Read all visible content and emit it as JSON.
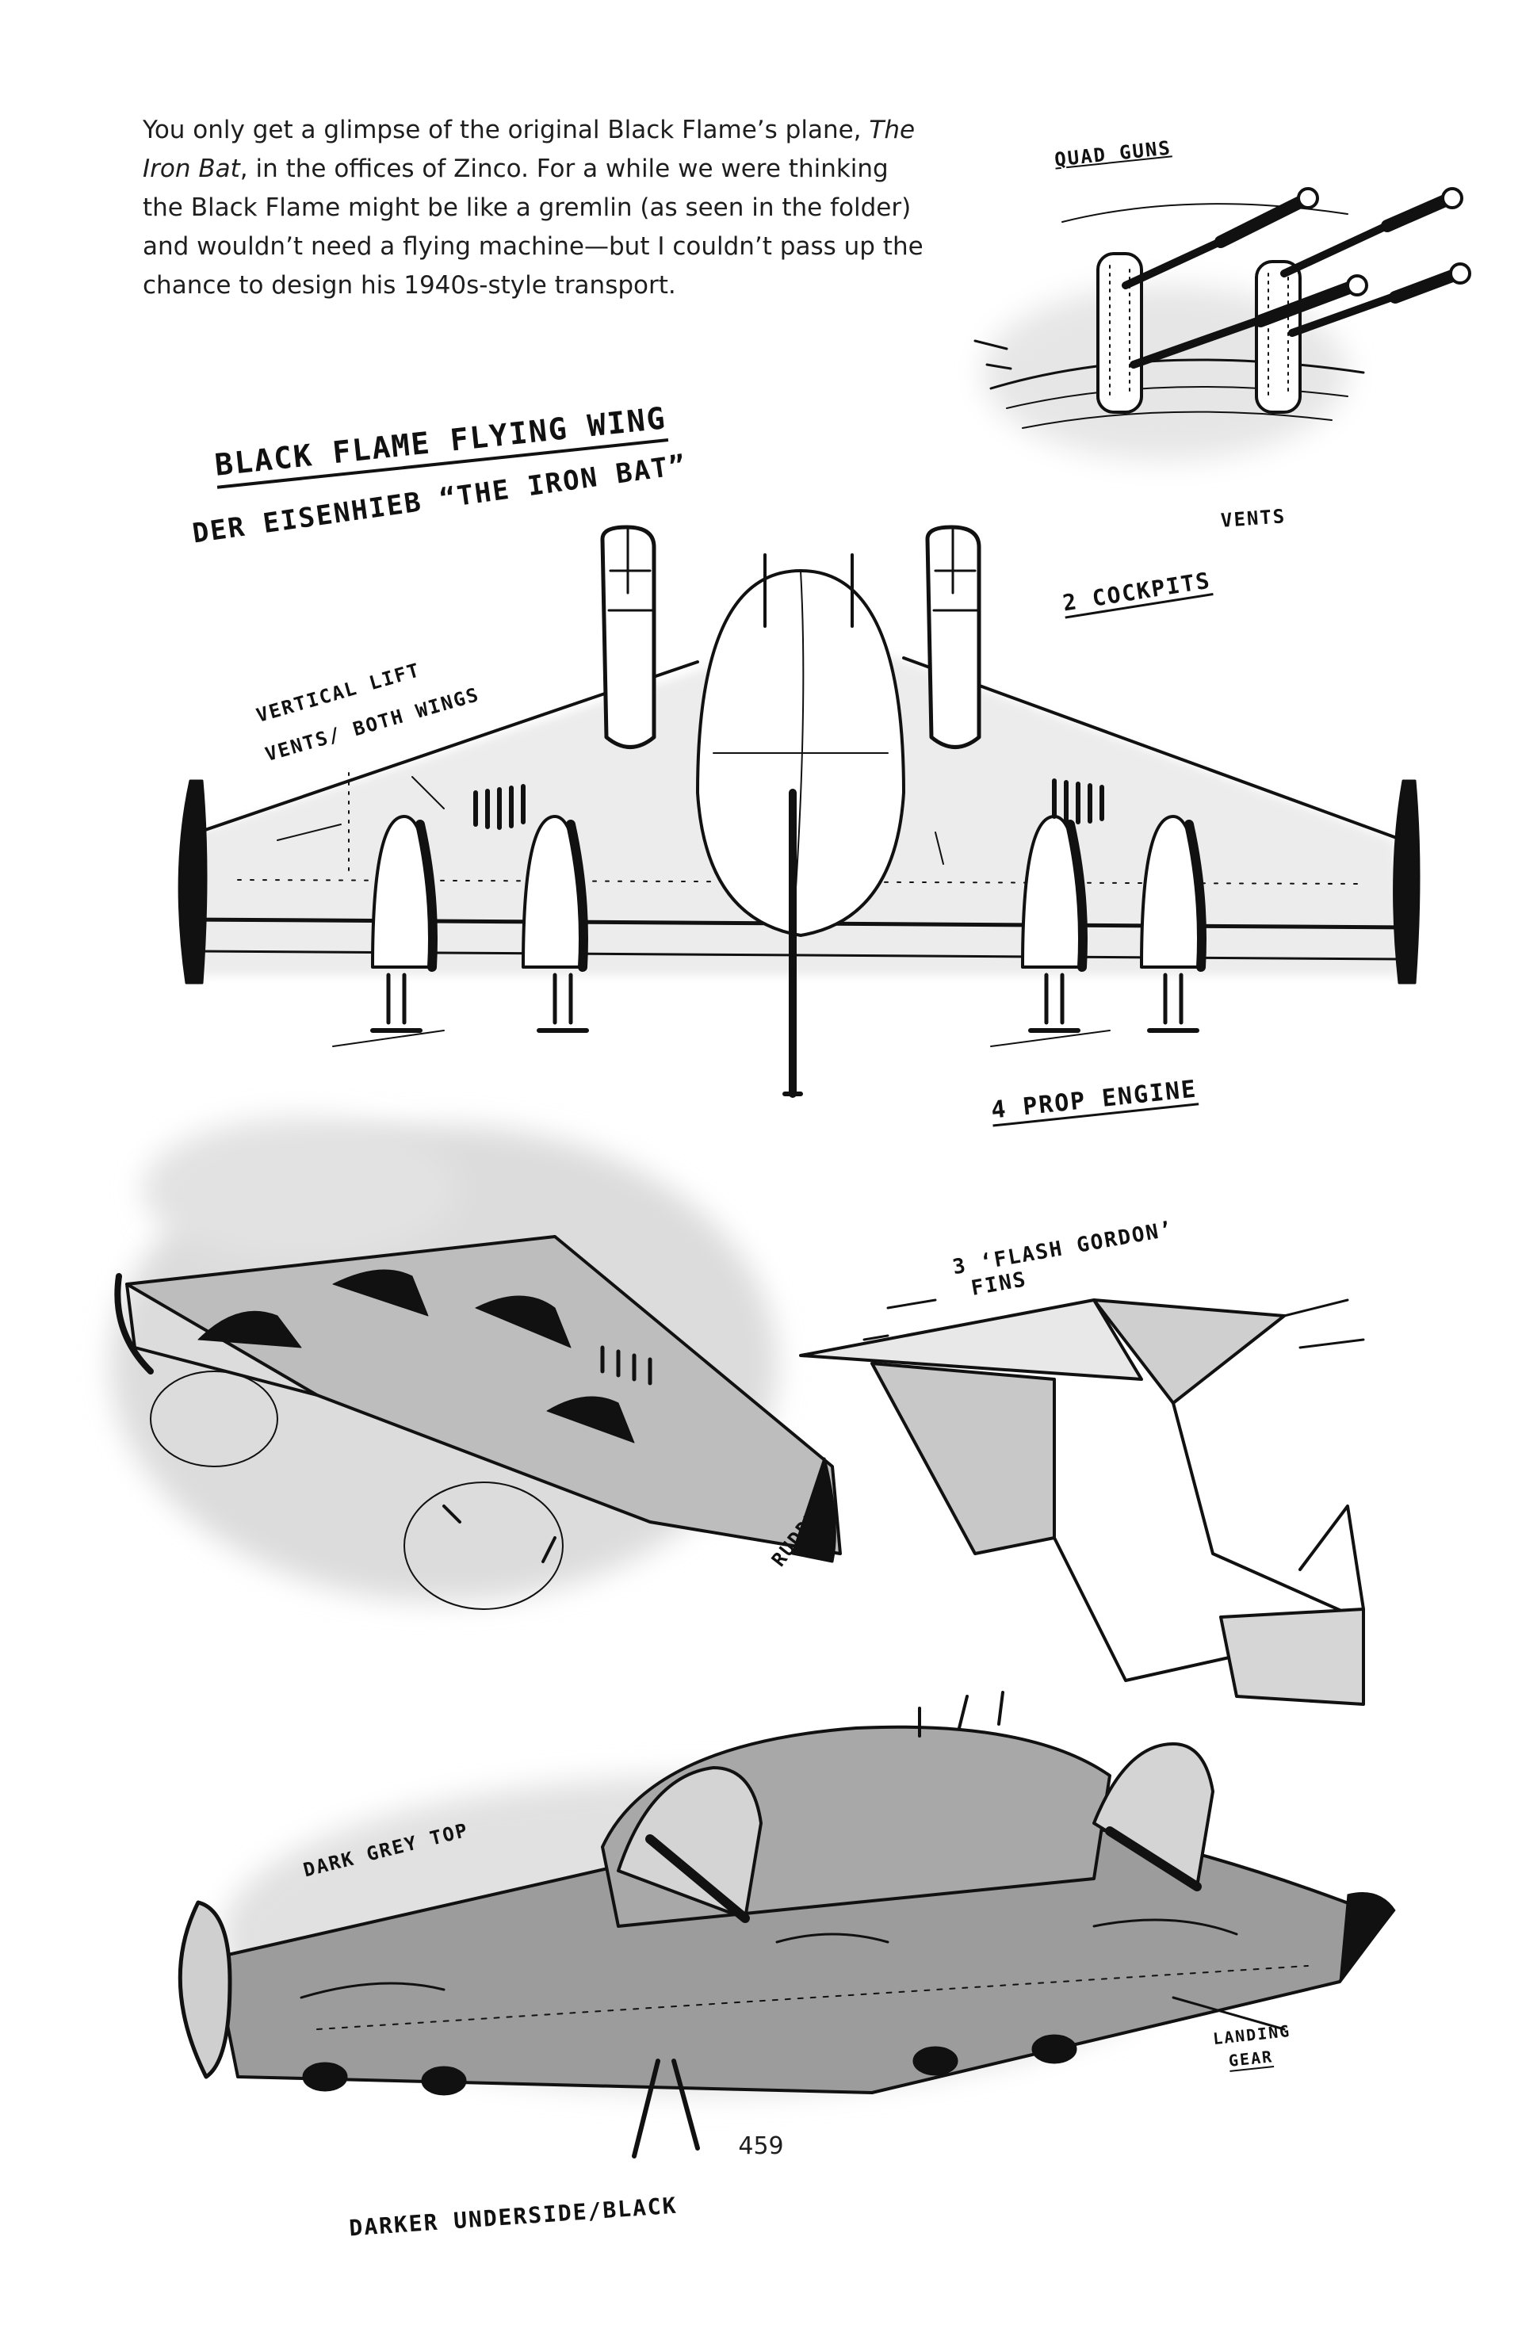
{
  "intro": {
    "part1": "You only get a glimpse of the original Black Flame’s plane, ",
    "title_italic": "The Iron Bat",
    "part2": ", in the offices of Zinco. For a while we were thinking the Black Flame might be like a gremlin (as seen in the folder) and wouldn’t need a flying machine—but I couldn’t pass up the chance to design his 1940s-style transport."
  },
  "labels": {
    "quad_guns": "QUAD GUNS",
    "vents": "VENTS",
    "title_line1": "BLACK FLAME FLYING WING",
    "title_line2": "DER EISENHIEB “THE IRON BAT”",
    "two_cockpits": "2 COCKPITS",
    "vertical_lift_1": "VERTICAL LIFT",
    "vertical_lift_2": "VENTS/ BOTH WINGS",
    "four_prop": "4 PROP ENGINE",
    "fins_1": "3 ‘FLASH GORDON’",
    "fins_2": "FINS",
    "rudder": "RUDDER",
    "dark_grey_top": "DARK GREY TOP",
    "landing_gear_1": "LANDING",
    "landing_gear_2": "GEAR",
    "darker_underside": "DARKER UNDERSIDE/BLACK"
  },
  "page_number": "459"
}
